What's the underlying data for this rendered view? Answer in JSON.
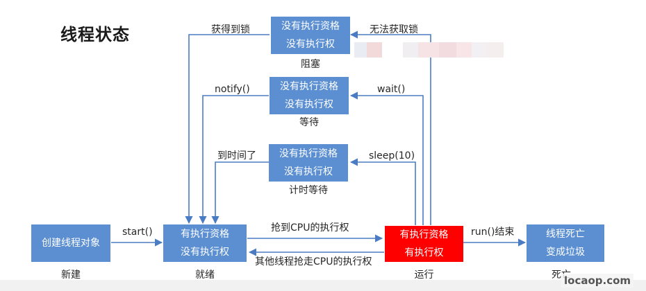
{
  "title": "线程状态",
  "states": {
    "new": {
      "line1": "创建线程对象",
      "line2": "",
      "caption": "新建"
    },
    "runnable": {
      "line1": "有执行资格",
      "line2": "没有执行权",
      "caption": "就绪"
    },
    "running": {
      "line1": "有执行资格",
      "line2": "有执行权",
      "caption": "运行"
    },
    "dead": {
      "line1": "线程死亡",
      "line2": "变成垃圾",
      "caption": "死亡"
    },
    "blocked": {
      "line1": "没有执行资格",
      "line2": "没有执行权",
      "caption": "阻塞"
    },
    "waiting": {
      "line1": "没有执行资格",
      "line2": "没有执行权",
      "caption": "等待"
    },
    "timed": {
      "line1": "没有执行资格",
      "line2": "没有执行权",
      "caption": "计时等待"
    }
  },
  "transitions": {
    "start": "start()",
    "grab_cpu": "抢到CPU的执行权",
    "lose_cpu": "其他线程抢走CPU的执行权",
    "run_end": "run()结束",
    "no_lock": "无法获取锁",
    "got_lock": "获得到锁",
    "wait": "wait()",
    "notify": "notify()",
    "sleep": "sleep(10)",
    "time_up": "到时间了"
  },
  "watermark": "locaop.com",
  "colors": {
    "state_box": "#5b8fd1",
    "running_box": "#ff0000",
    "arrow": "#4a7cc4"
  }
}
